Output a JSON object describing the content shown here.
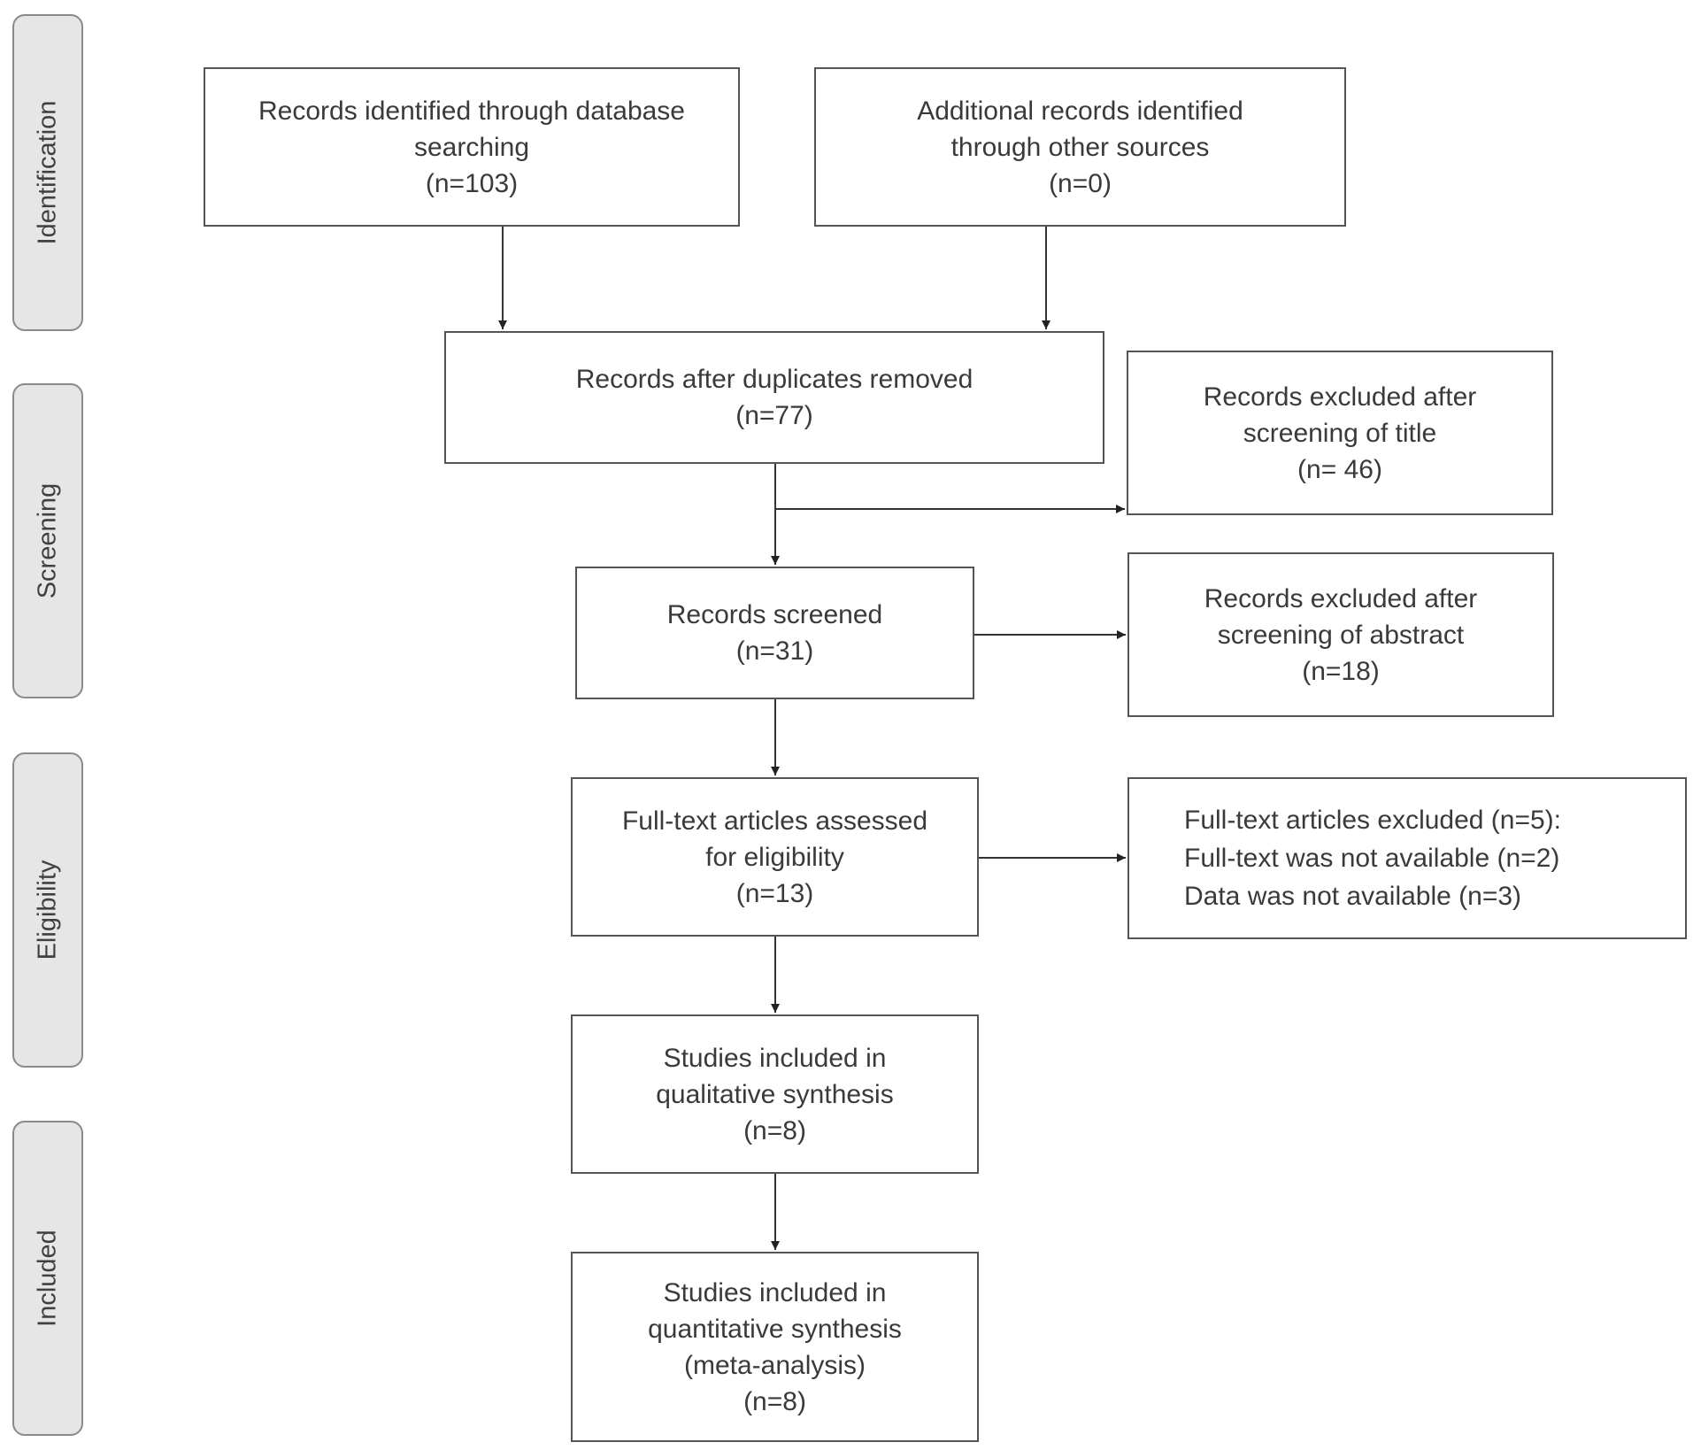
{
  "phases": {
    "identification": "Identification",
    "screening": "Screening",
    "eligibility": "Eligibility",
    "included": "Included"
  },
  "boxes": {
    "database_records": [
      "Records identified through database",
      "searching",
      "(n=103)"
    ],
    "other_sources": [
      "Additional records identified",
      "through other sources",
      "(n=0)"
    ],
    "after_duplicates": [
      "Records after duplicates removed",
      "(n=77)"
    ],
    "excluded_title": [
      "Records excluded after",
      "screening of title",
      "(n= 46)"
    ],
    "screened": [
      "Records screened",
      "(n=31)"
    ],
    "excluded_abstract": [
      "Records excluded after",
      "screening of abstract",
      "(n=18)"
    ],
    "fulltext_assessed": [
      "Full-text articles assessed",
      "for eligibility",
      "(n=13)"
    ],
    "fulltext_excluded": [
      "Full-text articles excluded (n=5):",
      "Full-text was not available (n=2)",
      "Data was not available (n=3)"
    ],
    "qualitative": [
      "Studies included in",
      "qualitative synthesis",
      "(n=8)"
    ],
    "quantitative": [
      "Studies included in",
      "quantitative synthesis",
      "(meta-analysis)",
      "(n=8)"
    ]
  }
}
